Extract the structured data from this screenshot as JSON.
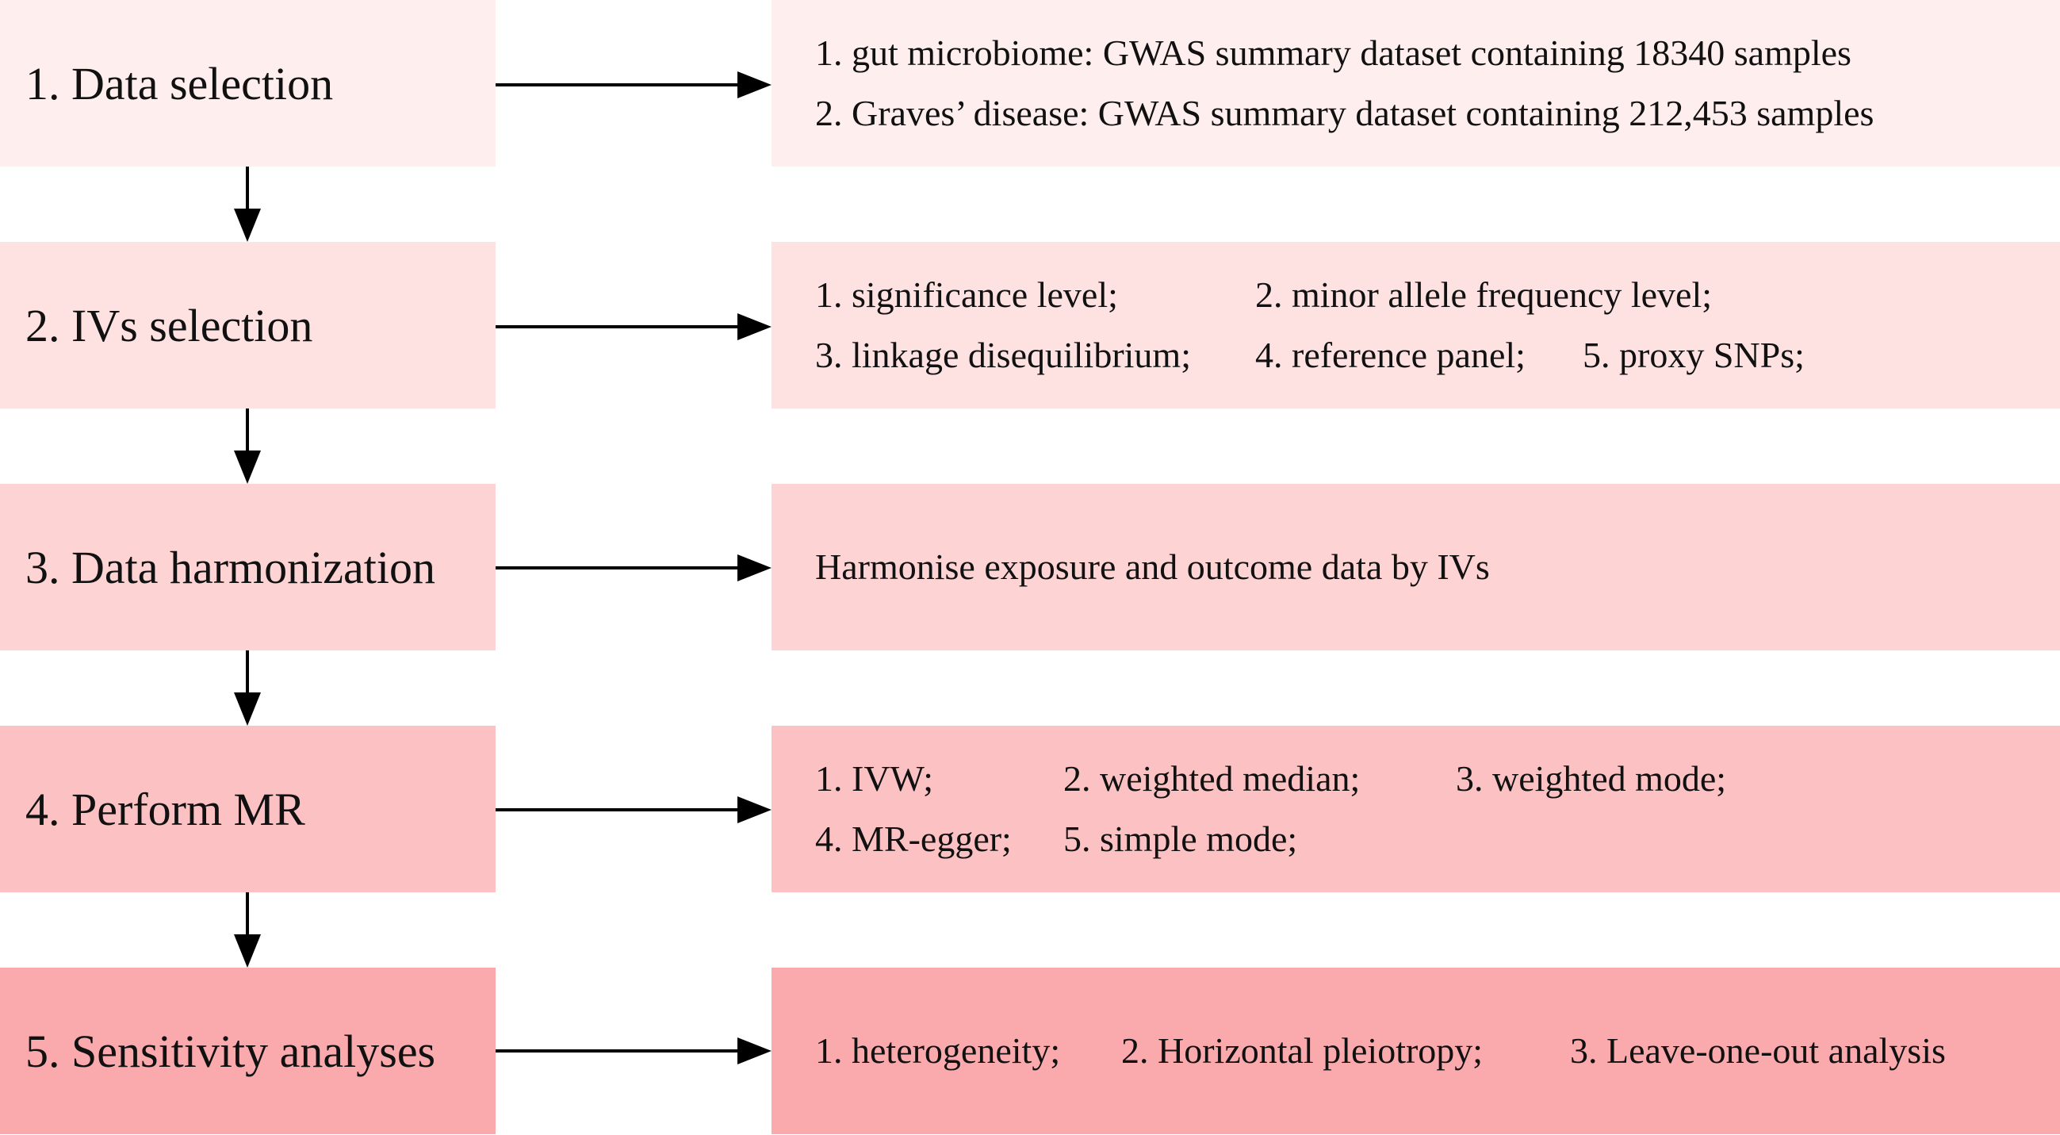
{
  "steps": [
    {
      "label": "1. Data selection",
      "color": "#FEEEEE"
    },
    {
      "label": "2. IVs selection",
      "color": "#FEE2E2"
    },
    {
      "label": "3. Data harmonization",
      "color": "#FDD3D3"
    },
    {
      "label": "4. Perform MR",
      "color": "#FCC2C3"
    },
    {
      "label": "5. Sensitivity analyses",
      "color": "#FAAAAD"
    }
  ],
  "details": [
    {
      "lines": [
        [
          "1. gut microbiome: GWAS summary dataset containing 18340 samples"
        ],
        [
          "2. Graves’ disease: GWAS summary dataset containing 212,453 samples"
        ]
      ]
    },
    {
      "lines": [
        [
          "1. significance level;",
          "2. minor allele frequency level;"
        ],
        [
          "3. linkage disequilibrium;",
          "4. reference panel;",
          "5. proxy SNPs;"
        ]
      ]
    },
    {
      "lines": [
        [
          "Harmonise exposure and outcome data by IVs"
        ]
      ]
    },
    {
      "lines": [
        [
          "1. IVW;",
          "2. weighted median;",
          "3. weighted mode;"
        ],
        [
          "4. MR-egger;",
          "5. simple mode;"
        ]
      ]
    },
    {
      "lines": [
        [
          "1. heterogeneity;",
          "2. Horizontal pleiotropy;",
          "3. Leave-one-out analysis"
        ]
      ]
    }
  ],
  "arrow_color": "#000000"
}
